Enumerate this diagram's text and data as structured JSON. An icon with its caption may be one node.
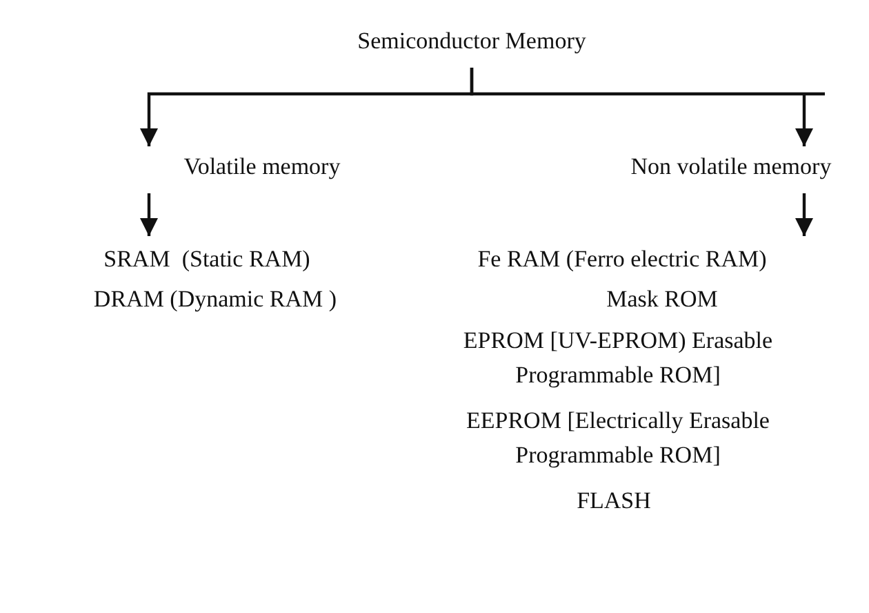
{
  "diagram": {
    "nodes": [
      {
        "text": [
          "Semiconductor Memory"
        ]
      },
      {
        "text": [
          "Volatile memory"
        ]
      },
      {
        "text": [
          "Non volatile memory"
        ]
      },
      {
        "text": [
          "SRAM  (Static RAM)"
        ]
      },
      {
        "text": [
          "DRAM (Dynamic RAM )"
        ]
      },
      {
        "text": [
          "Fe RAM (Ferro electric RAM)"
        ]
      },
      {
        "text": [
          "Mask ROM"
        ]
      },
      {
        "text": [
          "EPROM [UV-EPROM) Erasable Programmable ROM]"
        ]
      },
      {
        "text": [
          "EEPROM [Electrically Erasable Programmable ROM]"
        ]
      },
      {
        "text": [
          "FLASH"
        ]
      }
    ],
    "edges": [
      {
        "from": 0,
        "to": 1,
        "arrow": "to"
      },
      {
        "from": 0,
        "to": 2,
        "arrow": "to"
      },
      {
        "from": 1,
        "to": 3,
        "arrow": "to"
      },
      {
        "from": 2,
        "to": 5,
        "arrow": "to"
      }
    ]
  }
}
